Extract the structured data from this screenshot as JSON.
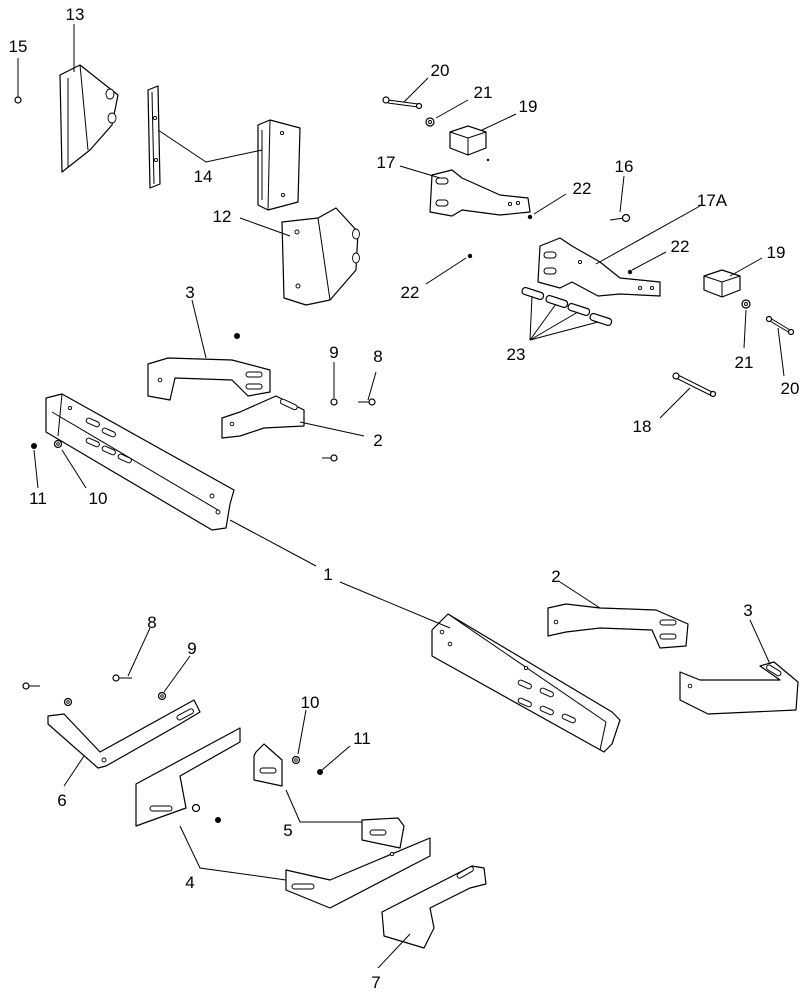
{
  "diagram": {
    "style": "exploded parts view, black line art on white",
    "background": "#ffffff",
    "line_color": "#000000",
    "callouts": {
      "c1": "1",
      "c2a": "2",
      "c2b": "2",
      "c3a": "3",
      "c3b": "3",
      "c4": "4",
      "c5": "5",
      "c6": "6",
      "c7": "7",
      "c8a": "8",
      "c8b": "8",
      "c9a": "9",
      "c9b": "9",
      "c10a": "10",
      "c10b": "10",
      "c11a": "11",
      "c11b": "11",
      "c12": "12",
      "c13": "13",
      "c14": "14",
      "c15": "15",
      "c16": "16",
      "c17": "17",
      "c17a": "17A",
      "c18": "18",
      "c19a": "19",
      "c19b": "19",
      "c20a": "20",
      "c20b": "20",
      "c21a": "21",
      "c21b": "21",
      "c22a": "22",
      "c22b": "22",
      "c22c": "22",
      "c23": "23"
    }
  }
}
